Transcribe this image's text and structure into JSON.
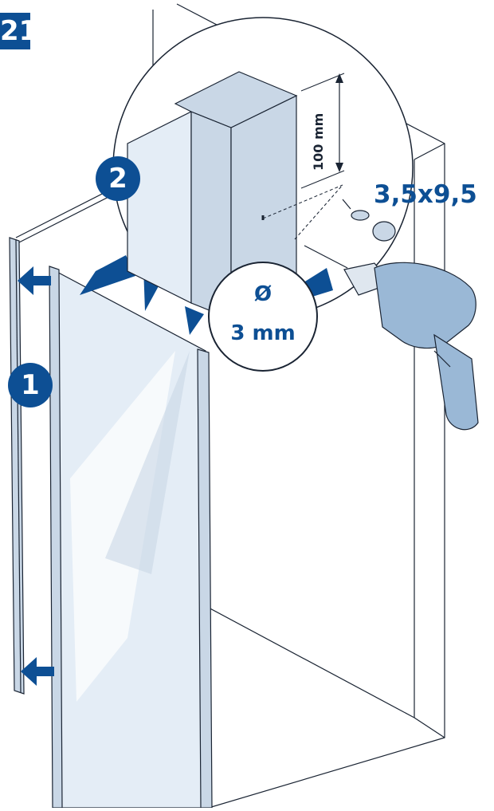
{
  "step_number": "21",
  "callouts": {
    "step_1": "1",
    "step_2": "2"
  },
  "dimension": "100 mm",
  "screw_size": "3,5x9,5",
  "drill": {
    "symbol": "Ø",
    "size": "3 mm"
  },
  "colors": {
    "accent": "#0d4f94",
    "line": "#1a2433",
    "profile_fill": "#c9d7e6",
    "glass_fill": "#e4edf6",
    "drill_body": "#9ab8d6"
  }
}
